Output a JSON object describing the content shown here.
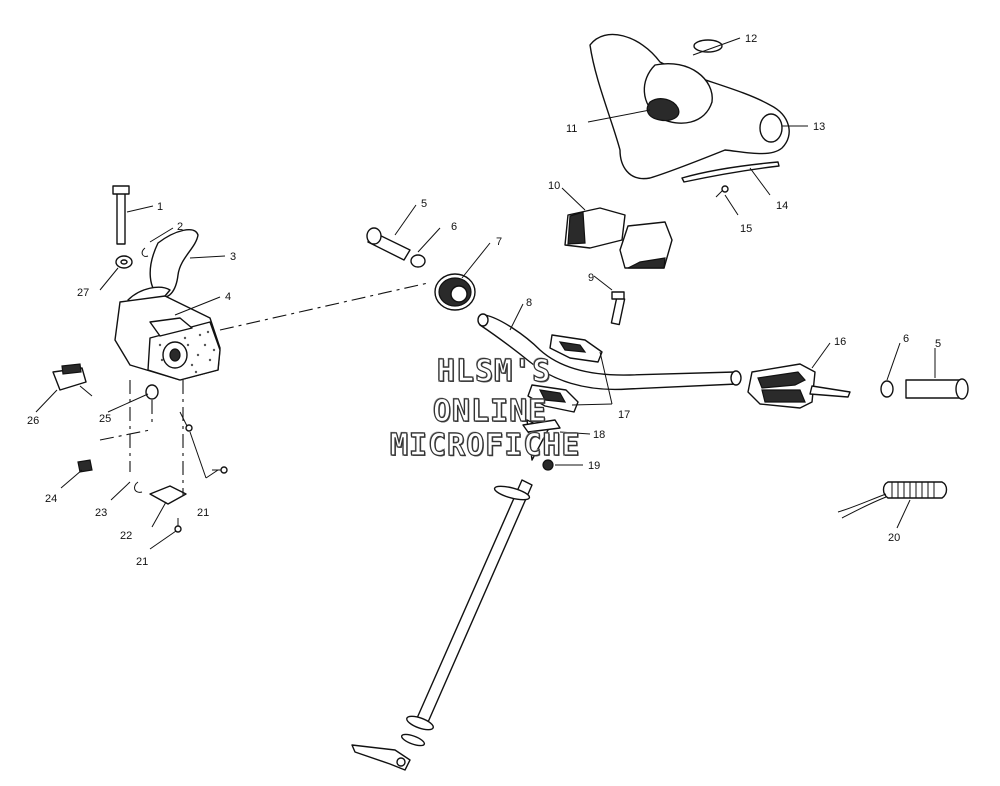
{
  "watermark": {
    "line1": "HLSM'S",
    "line2": "ONLINE",
    "line3": "MICROFICHE"
  },
  "callouts": {
    "c1": "1",
    "c2": "2",
    "c3": "3",
    "c4": "4",
    "c5a": "5",
    "c5b": "5",
    "c6a": "6",
    "c6b": "6",
    "c7": "7",
    "c8": "8",
    "c9": "9",
    "c10": "10",
    "c11": "11",
    "c12": "12",
    "c13": "13",
    "c14": "14",
    "c15": "15",
    "c16": "16",
    "c17": "17",
    "c18": "18",
    "c19": "19",
    "c20": "20",
    "c21a": "21",
    "c21b": "21",
    "c22": "22",
    "c23": "23",
    "c24": "24",
    "c25": "25",
    "c26": "26",
    "c27": "27"
  }
}
